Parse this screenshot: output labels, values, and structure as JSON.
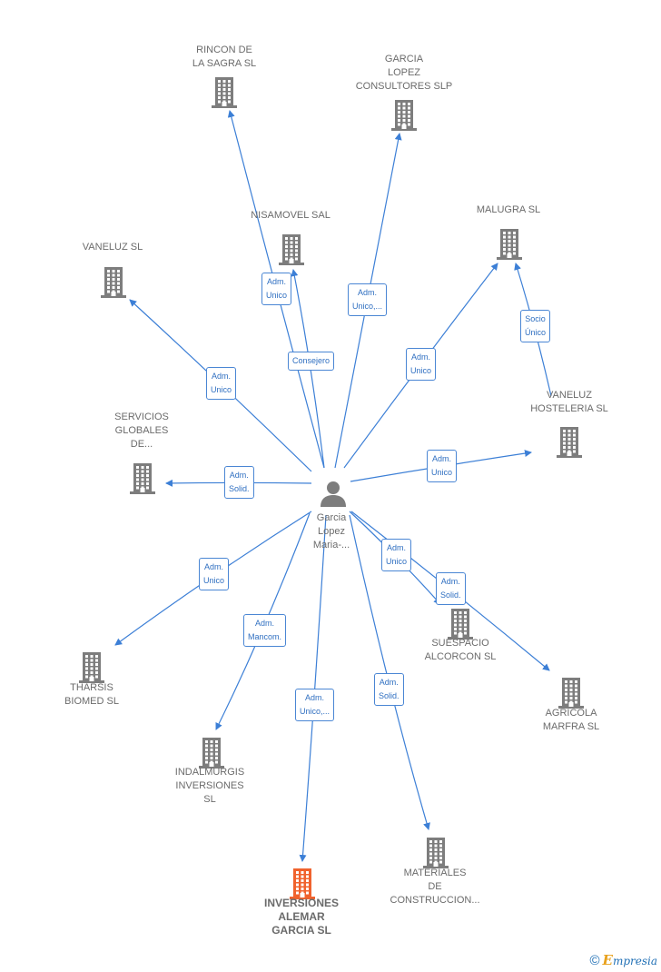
{
  "colors": {
    "edge": "#3c7fd6",
    "company_icon": "#7d7d7d",
    "highlight_icon": "#f0622d",
    "person_icon": "#7d7d7d",
    "label": "#6b6b6b",
    "edge_label_text": "#2f6fc1",
    "edge_label_border": "#4a86d4"
  },
  "center": {
    "label": "Garcia\nLopez\nMaria-..."
  },
  "companies": [
    {
      "id": "rincon",
      "label": "RINCON DE\nLA SAGRA  SL"
    },
    {
      "id": "garcia_lopez",
      "label": "GARCIA\nLOPEZ\nCONSULTORES SLP"
    },
    {
      "id": "nisamovel",
      "label": "NISAMOVEL SAL"
    },
    {
      "id": "malugra",
      "label": "MALUGRA SL"
    },
    {
      "id": "vaneluz",
      "label": "VANELUZ  SL"
    },
    {
      "id": "vaneluz_host",
      "label": "VANELUZ\nHOSTELERIA SL"
    },
    {
      "id": "servicios",
      "label": "SERVICIOS\nGLOBALES\nDE..."
    },
    {
      "id": "suespacio",
      "label": "SUESPACIO\nALCORCON  SL"
    },
    {
      "id": "agricola",
      "label": "AGRICOLA\nMARFRA  SL"
    },
    {
      "id": "tharsis",
      "label": "THARSIS\nBIOMED SL"
    },
    {
      "id": "indalmurgis",
      "label": "INDALMURGIS\nINVERSIONES\nSL"
    },
    {
      "id": "materiales",
      "label": "MATERIALES\nDE\nCONSTRUCCION..."
    },
    {
      "id": "inversiones",
      "label": "INVERSIONES\nALEMAR\nGARCIA  SL",
      "highlight": true
    }
  ],
  "edges": [
    {
      "from": "center",
      "to": "rincon",
      "label": "Adm.\nUnico"
    },
    {
      "from": "center",
      "to": "garcia_lopez",
      "label": "Adm.\nUnico,..."
    },
    {
      "from": "center",
      "to": "nisamovel",
      "label": "Consejero"
    },
    {
      "from": "center",
      "to": "malugra",
      "label": "Adm.\nUnico"
    },
    {
      "from": "vaneluz_host",
      "to": "malugra",
      "label": "Socio\nÚnico"
    },
    {
      "from": "center",
      "to": "vaneluz",
      "label": "Adm.\nUnico"
    },
    {
      "from": "center",
      "to": "vaneluz_host",
      "label": "Adm.\nUnico"
    },
    {
      "from": "center",
      "to": "servicios",
      "label": "Adm.\nSolid."
    },
    {
      "from": "center",
      "to": "suespacio",
      "label": "Adm.\nUnico"
    },
    {
      "from": "center",
      "to": "agricola",
      "label": "Adm.\nSolid."
    },
    {
      "from": "center",
      "to": "tharsis",
      "label": "Adm.\nUnico"
    },
    {
      "from": "center",
      "to": "indalmurgis",
      "label": "Adm.\nMancom."
    },
    {
      "from": "center",
      "to": "inversiones",
      "label": "Adm.\nUnico,..."
    },
    {
      "from": "center",
      "to": "materiales",
      "label": "Adm.\nSolid."
    }
  ],
  "brand": {
    "copyright": "©",
    "initial": "E",
    "rest": "mpresia"
  }
}
